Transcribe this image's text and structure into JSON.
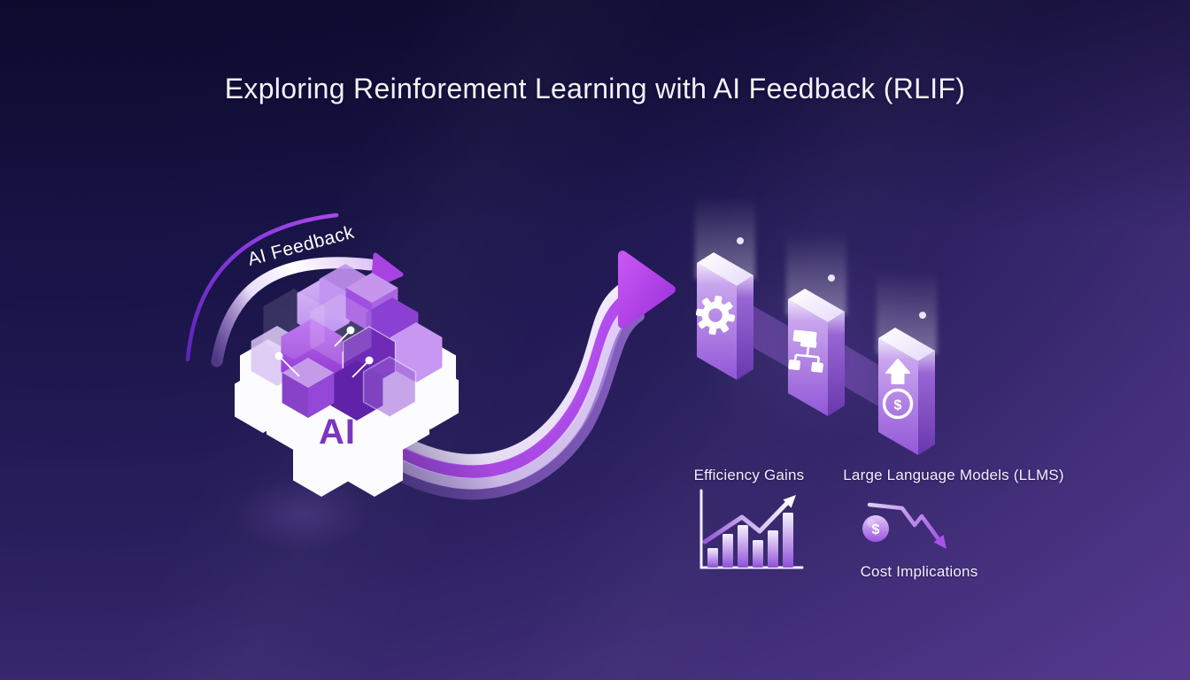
{
  "title": "Exploring Reinforement Learning with AI Feedback (RLIF)",
  "feedback_loop": {
    "label": "AI Feedback"
  },
  "ai_core": {
    "label": "AI"
  },
  "captions": {
    "efficiency": "Efficiency Gains",
    "llms": "Large Language Models (LLMS)",
    "cost": "Cost Implications"
  },
  "icons": {
    "dollar": "$",
    "pillar_icons": [
      "gear-icon",
      "flowchart-icon",
      "dollar-up-arrow-icon"
    ],
    "footer_icons": [
      "bar-chart-rising-icon",
      "coin-icon",
      "declining-arrow-icon"
    ]
  },
  "colors": {
    "background_top_left": "#15123f",
    "background_bottom_right": "#5e3c97",
    "accent_purple": "#a84ae6",
    "arrow_magenta": "#b44df0",
    "ribbon_white": "#efe6fb",
    "ai_text_purple": "#7b36be",
    "text_white": "#f2eefa"
  }
}
